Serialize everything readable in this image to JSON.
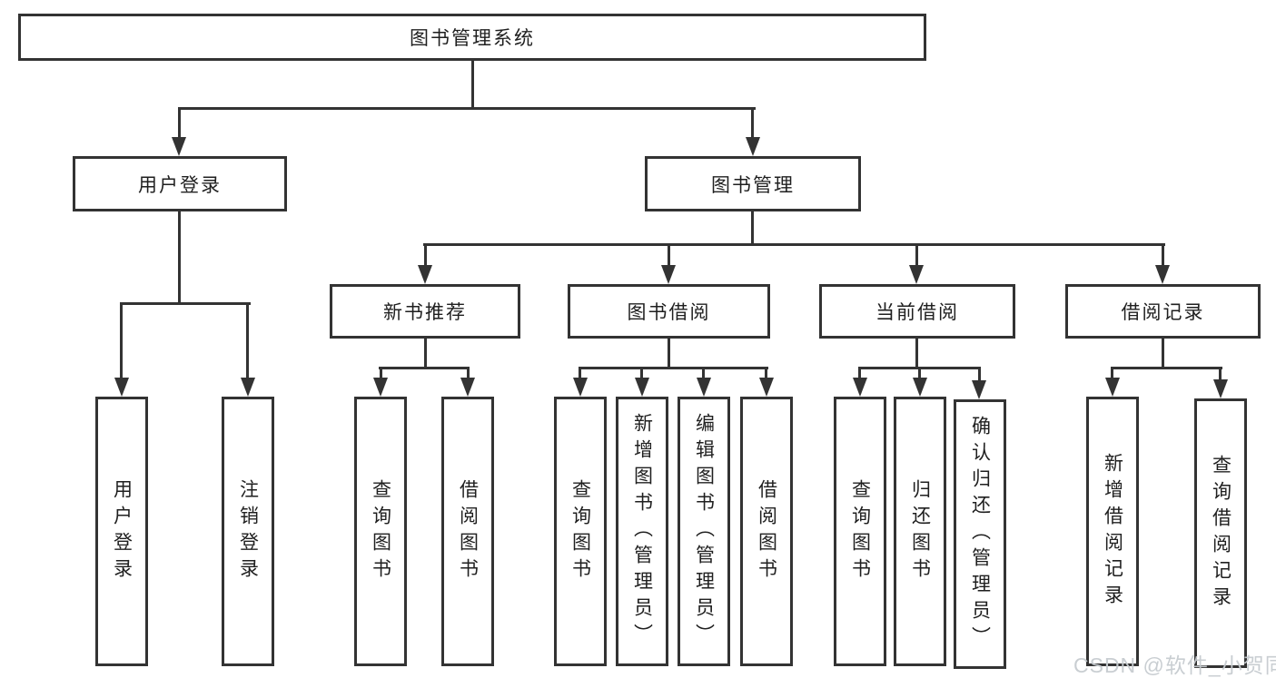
{
  "tree": {
    "root": {
      "label": "图书管理系统"
    },
    "children": [
      {
        "label": "用户登录",
        "children": [
          {
            "label": "用户登录"
          },
          {
            "label": "注销登录"
          }
        ]
      },
      {
        "label": "图书管理",
        "children": [
          {
            "label": "新书推荐",
            "children": [
              {
                "label": "查询图书"
              },
              {
                "label": "借阅图书"
              }
            ]
          },
          {
            "label": "图书借阅",
            "children": [
              {
                "label": "查询图书"
              },
              {
                "label": "新增图书（管理员）"
              },
              {
                "label": "编辑图书（管理员）"
              },
              {
                "label": "借阅图书"
              }
            ]
          },
          {
            "label": "当前借阅",
            "children": [
              {
                "label": "查询图书"
              },
              {
                "label": "归还图书"
              },
              {
                "label": "确认归还（管理员）"
              }
            ]
          },
          {
            "label": "借阅记录",
            "children": [
              {
                "label": "新增借阅记录"
              },
              {
                "label": "查询借阅记录"
              }
            ]
          }
        ]
      }
    ]
  },
  "watermark": {
    "text": "CSDN @软件_小贺同学"
  },
  "colors": {
    "line": "#333333",
    "text": "#1f1f1f",
    "watermark": "#c6cbd0"
  }
}
